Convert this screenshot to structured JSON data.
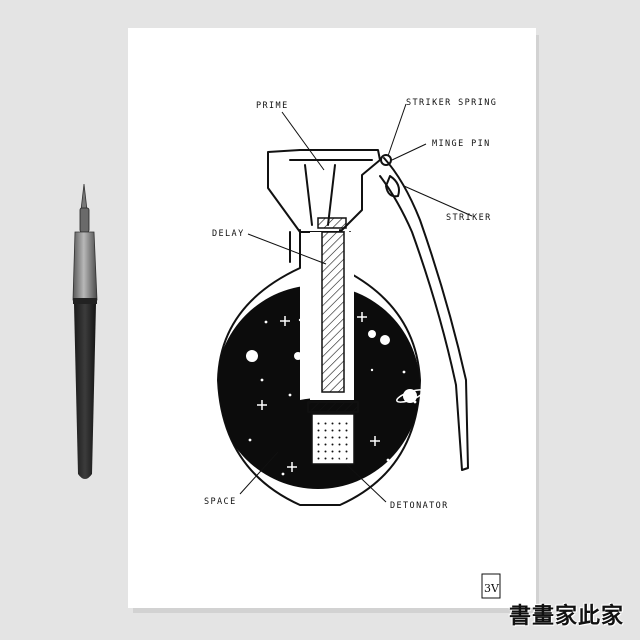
{
  "labels": {
    "prime": "PRIME",
    "striker_spring": "STRIKER SPRING",
    "hinge_pin": "MINGE PIN",
    "striker": "STRIKER",
    "delay": "DELAY",
    "space": "SPACE",
    "detonator": "DETONATOR"
  },
  "signature": "3V",
  "watermark": "書畫家此家",
  "colors": {
    "background": "#e4e4e4",
    "paper": "#ffffff",
    "ink": "#111111"
  }
}
